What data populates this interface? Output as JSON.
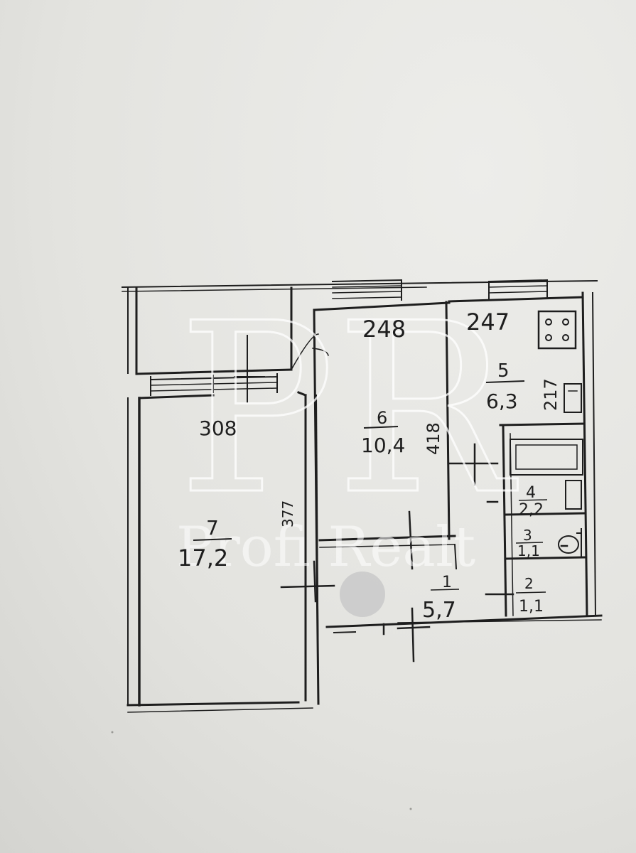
{
  "colors": {
    "paper": "#e7e7e3",
    "ink": "#1e1e1e",
    "watermark": "#ffffff",
    "blur_patch": "#c9c9c9"
  },
  "dimensions": {
    "room_7_length": "308",
    "room_6_length": "248",
    "room_5_length": "247",
    "room_6_width": "418",
    "room_5_width": "217",
    "room_7_width": "377"
  },
  "rooms": {
    "room_7": {
      "number": "7",
      "area": "17,2"
    },
    "room_6": {
      "number": "6",
      "area": "10,4"
    },
    "room_5": {
      "number": "5",
      "area": "6,3"
    },
    "room_4": {
      "number": "4",
      "area": "2,2"
    },
    "room_3": {
      "number": "3",
      "area": "1,1"
    },
    "room_2": {
      "number": "2",
      "area": "1,1"
    },
    "room_1": {
      "number": "1",
      "area": "5,7"
    }
  },
  "watermark": {
    "logo_letters": "PR",
    "brand": "Profi Realt"
  }
}
